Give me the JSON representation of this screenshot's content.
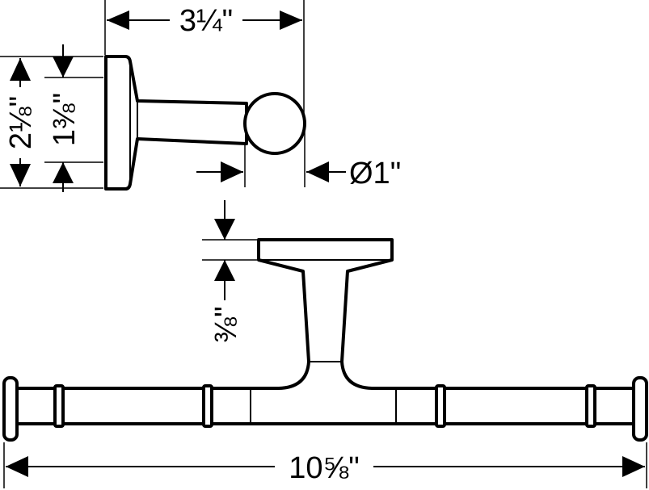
{
  "drawing": {
    "dimensions": {
      "projection": "3¼\"",
      "backplate_height": "2⅛\"",
      "arm_height": "1⅜\"",
      "bar_diameter": "Ø1\"",
      "backplate_depth": "⅜\"",
      "overall_width": "10⅝\""
    }
  }
}
